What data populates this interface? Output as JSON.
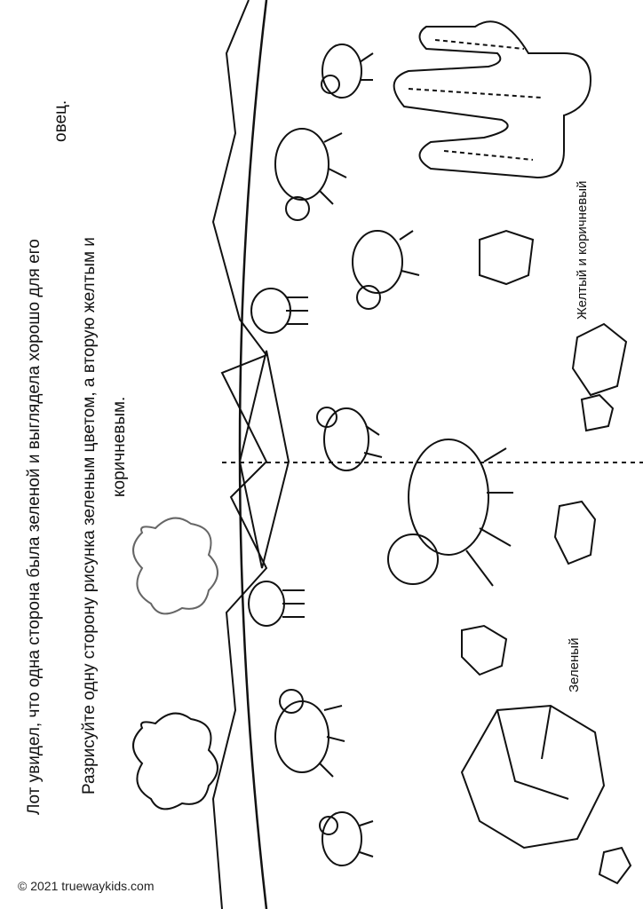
{
  "instructions": {
    "line1": "Лот увидел, что одна сторона была зеленой и выглядела хорошо для его",
    "line1_end": "овец.",
    "line2": "Разрисуйте одну сторону рисунка зеленым цветом, а вторую желтым и",
    "line2_end": "коричневым."
  },
  "labels": {
    "yellow_brown": "Желтый и коричневый",
    "green": "Зеленый"
  },
  "footer": {
    "copyright": "© 2021 truewaykids.com"
  }
}
